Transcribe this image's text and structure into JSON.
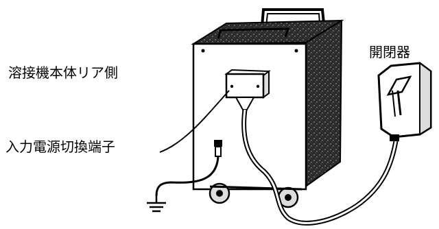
{
  "labels": {
    "rear_side": "溶接機本体リア側",
    "switch": "開閉器",
    "input_terminal": "入力電源切換端子"
  },
  "colors": {
    "ink": "#000000",
    "body": "#3a3a3a",
    "face": "#ffffff"
  }
}
